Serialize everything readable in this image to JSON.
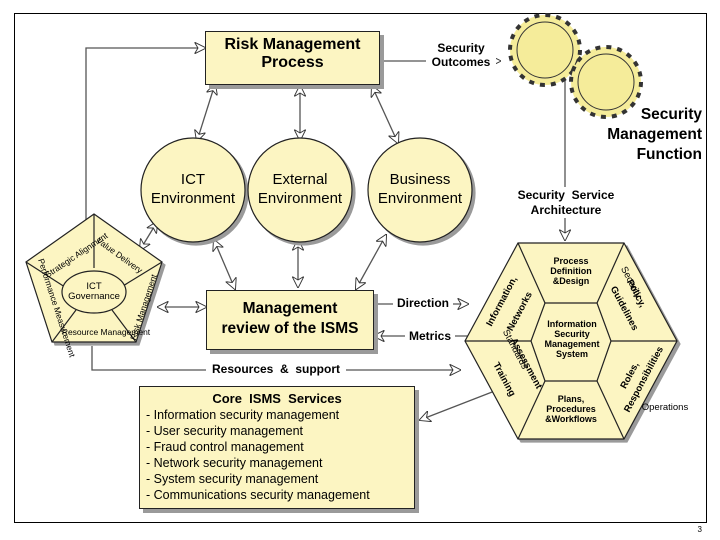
{
  "risk_process": {
    "line1": "Risk Management",
    "line2": "Process"
  },
  "security_outcomes": {
    "line1": "Security",
    "line2": "Outcomes"
  },
  "security_function": {
    "line1": "Security",
    "line2": "Management",
    "line3": "Function"
  },
  "environments": [
    {
      "line1": "ICT",
      "line2": "Environment"
    },
    {
      "line1": "External",
      "line2": "Environment"
    },
    {
      "line1": "Business",
      "line2": "Environment"
    }
  ],
  "ssa": {
    "line1": "Security  Service",
    "line2": "Architecture"
  },
  "management_review": {
    "line1": "Management",
    "line2": "review of the ISMS"
  },
  "direction": "Direction",
  "metrics": "Metrics",
  "resources_support": "Resources  &  support",
  "governance": {
    "center_line1": "ICT",
    "center_line2": "Governance",
    "segments": [
      "Strategic Alignment",
      "Value Delivery",
      "Risk Management",
      "Resource Management",
      "Performance Measurement"
    ]
  },
  "isms_hex": {
    "center": [
      "Information",
      "Security",
      "Management",
      "System"
    ],
    "process": [
      "Process",
      "Definition",
      "&Design"
    ],
    "plans": [
      "Plans,",
      "Procedures",
      "&Workflows"
    ],
    "segments": [
      "Information,",
      "Networks",
      "Security",
      "Policy,",
      "Guidelines",
      "Roles,",
      "Responsibilities",
      "Training",
      "Assessment",
      "Standards",
      "Operations"
    ]
  },
  "core": {
    "title": "Core  ISMS  Services",
    "items": [
      "- Information security management",
      "- User security management",
      "- Fraud control management",
      "- Network security management",
      "- System security management",
      "- Communications security management"
    ]
  },
  "page_number": "3",
  "colors": {
    "fill": "#fcf5c2",
    "stroke": "#222222",
    "shadow": "#9a9a9a",
    "gear": "#f5ec9a"
  }
}
